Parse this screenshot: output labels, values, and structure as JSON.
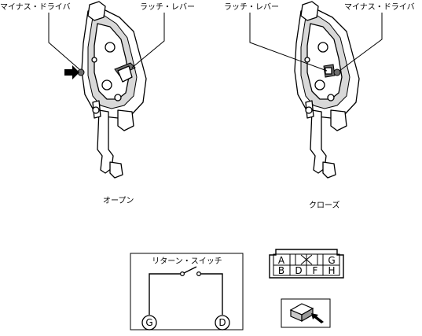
{
  "left_view": {
    "label_screwdriver": "マイナス・ドライバ",
    "label_latch_lever": "ラッチ・レバー",
    "caption": "オープン"
  },
  "right_view": {
    "label_latch_lever": "ラッチ・レバー",
    "label_screwdriver": "マイナス・ドライバ",
    "caption": "クローズ"
  },
  "circuit": {
    "switch_label": "リターン・スイッチ",
    "terminal_left": "G",
    "terminal_right": "D"
  },
  "connector": {
    "top_row": [
      "A",
      "",
      "G"
    ],
    "bottom_row": [
      "B",
      "D",
      "F",
      "H"
    ]
  }
}
